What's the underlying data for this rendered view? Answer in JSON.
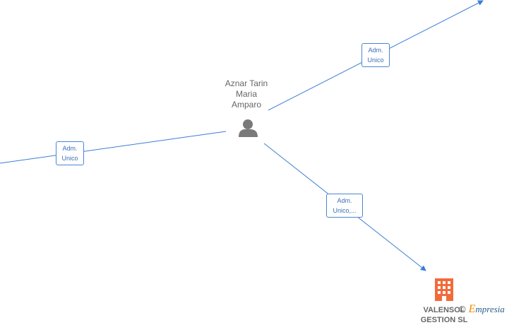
{
  "person": {
    "name": "Aznar Tarin\nMaria\nAmparo",
    "icon": "person-icon"
  },
  "company": {
    "name": "VALENSOL\nGESTION SL",
    "icon": "building-icon"
  },
  "edges": [
    {
      "label": "Adm.\nUnico"
    },
    {
      "label": "Adm.\nUnico"
    },
    {
      "label": "Adm.\nUnico,..."
    }
  ],
  "watermark": {
    "copyright": "©",
    "brand_initial": "E",
    "brand_rest": "mpresia"
  },
  "colors": {
    "edge": "#3b7dd8",
    "person": "#7a7a7a",
    "company": "#f26b3a"
  }
}
